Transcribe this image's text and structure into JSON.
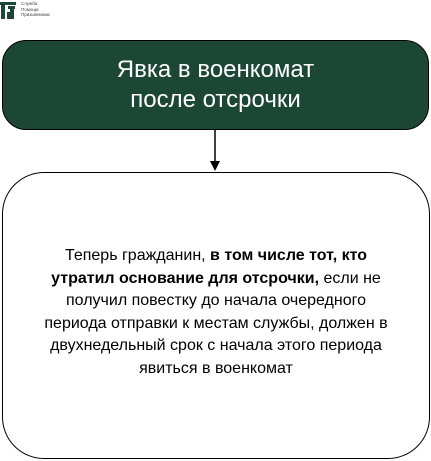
{
  "logo": {
    "text": "Служба\nПомощи\nПризывникам",
    "icon": "flag-tower-icon",
    "color": "#1b4734"
  },
  "header": {
    "title_line1": "Явка в военкомат",
    "title_line2": "после отсрочки",
    "background": "#1b4734"
  },
  "connector": {
    "icon": "arrow-down-icon"
  },
  "content": {
    "text_part1": "Теперь гражданин, ",
    "text_bold": "в том числе тот, кто утратил основание для отсрочки,",
    "text_part2": " если не получил повестку до начала очередного периода отправки к местам службы, должен в двухнедельный срок с начала этого периода явиться в военкомат"
  }
}
